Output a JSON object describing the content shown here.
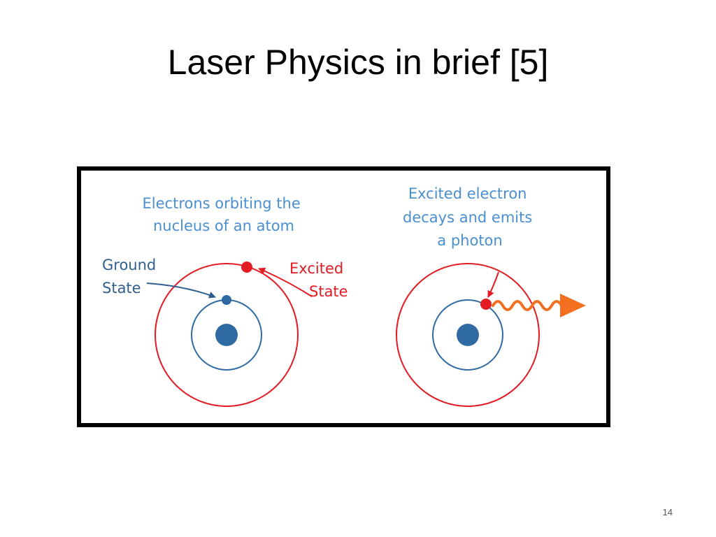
{
  "slide": {
    "title": "Laser Physics in brief [5]",
    "page_number": "14"
  },
  "diagram": {
    "left_caption": [
      "Electrons orbiting the",
      "nucleus of an atom"
    ],
    "ground_label": [
      "Ground",
      "State"
    ],
    "excited_label": [
      "Excited",
      "State"
    ],
    "right_caption": [
      "Excited electron",
      "decays and emits",
      "a photon"
    ],
    "colors": {
      "caption": "#4a8fd0",
      "nucleus": "#2f6aa3",
      "inner_orbit": "#2f6aa3",
      "outer_orbit": "#e31b23",
      "electron_excited": "#e31b23",
      "photon": "#f37021",
      "ground_label": "#2f5f8f",
      "excited_label": "#e31b23"
    }
  }
}
